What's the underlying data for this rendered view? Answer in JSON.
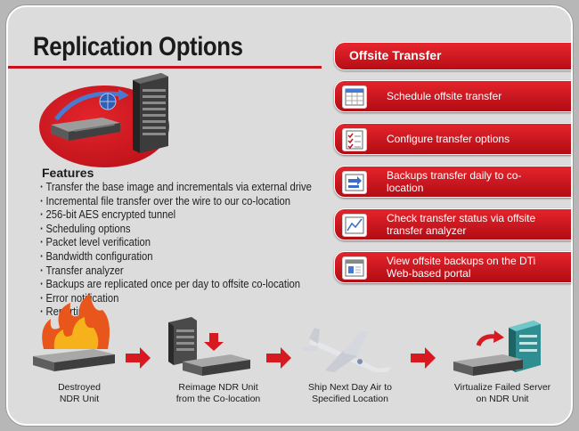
{
  "title": "Replication Options",
  "features": {
    "heading": "Features",
    "items": [
      "Transfer the base image and incrementals via external drive",
      "Incremental file transfer over the wire to our co-location",
      "256-bit AES encrypted tunnel",
      "Scheduling options",
      "Packet level verification",
      "Bandwidth configuration",
      "Transfer analyzer",
      "Backups are replicated once per day to offsite co-location",
      "Error notification",
      "Reporting"
    ]
  },
  "panel": {
    "header": "Offsite Transfer",
    "steps": [
      {
        "label": "Schedule offsite transfer",
        "icon": "calendar-icon"
      },
      {
        "label": "Configure transfer options",
        "icon": "checklist-icon"
      },
      {
        "label": "Backups transfer daily to co-location",
        "icon": "transfer-arrows-icon"
      },
      {
        "label": "Check transfer status via offsite transfer analyzer",
        "icon": "chart-icon"
      },
      {
        "label": "View offsite backups on the DTi Web-based portal",
        "icon": "portal-icon"
      }
    ]
  },
  "flow": {
    "steps": [
      {
        "caption_line1": "Destroyed",
        "caption_line2": "NDR Unit"
      },
      {
        "caption_line1": "Reimage NDR Unit",
        "caption_line2": "from the Co-location"
      },
      {
        "caption_line1": "Ship Next Day Air to",
        "caption_line2": "Specified Location"
      },
      {
        "caption_line1": "Virtualize Failed Server",
        "caption_line2": "on NDR Unit"
      }
    ]
  },
  "colors": {
    "accent": "#c8101e",
    "background": "#dcdcdc"
  }
}
